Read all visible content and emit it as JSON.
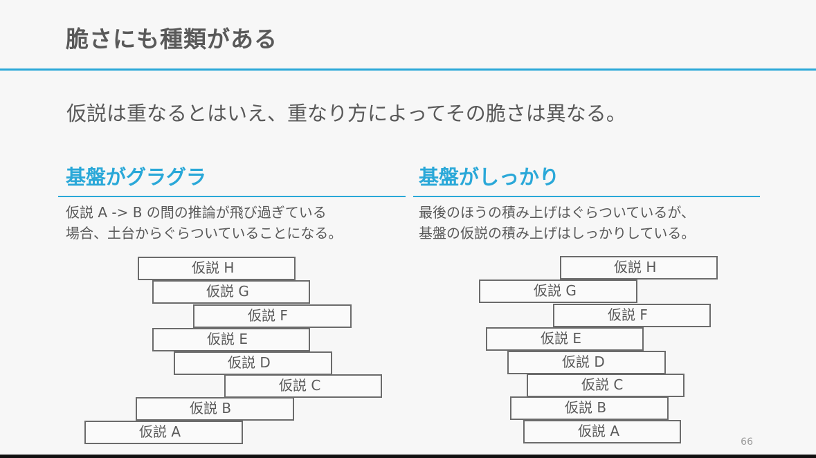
{
  "slide": {
    "title": "脆さにも種類がある",
    "lead": "仮説は重なるとはいえ、重なり方によってその脆さは異なる。",
    "page_number": "66",
    "accent_color": "#2aa8d8"
  },
  "left": {
    "heading": "基盤がグラグラ",
    "desc_line1": "仮説 A -> B の間の推論が飛び過ぎている",
    "desc_line2": "場合、土台からぐらついていることになる。",
    "blocks": {
      "h": "仮説 H",
      "g": "仮説 G",
      "f": "仮説 F",
      "e": "仮説 E",
      "d": "仮説 D",
      "c": "仮説 C",
      "b": "仮説 B",
      "a": "仮説 A"
    }
  },
  "right": {
    "heading": "基盤がしっかり",
    "desc_line1": "最後のほうの積み上げはぐらついているが、",
    "desc_line2": "基盤の仮説の積み上げはしっかりしている。",
    "blocks": {
      "h": "仮説 H",
      "g": "仮説 G",
      "f": "仮説 F",
      "e": "仮説 E",
      "d": "仮説 D",
      "c": "仮説 C",
      "b": "仮説 B",
      "a": "仮説 A"
    }
  }
}
